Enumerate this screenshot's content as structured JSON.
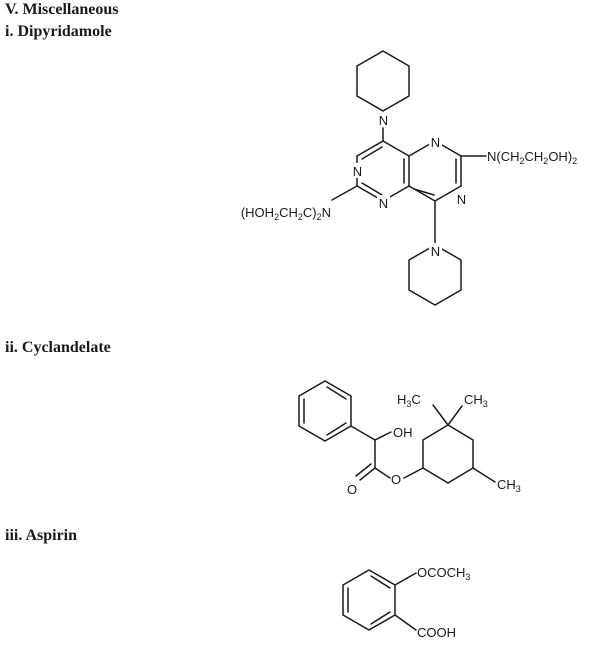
{
  "section": {
    "title": "V. Miscellaneous"
  },
  "compounds": [
    {
      "heading": "i. Dipyridamole",
      "ring_n_label": "N",
      "right_group": {
        "a": "N(CH",
        "s1": "2",
        "b": "CH",
        "s2": "2",
        "c": "OH)",
        "s3": "2"
      },
      "left_group": {
        "a": "(HOH",
        "s1": "2",
        "b": "CH",
        "s2": "2",
        "c": "C)",
        "s3": "2",
        "d": "N"
      }
    },
    {
      "heading": "ii. Cyclandelate",
      "hydroxyl": "OH",
      "ester_o": "O",
      "carbonyl_o": "O",
      "methyl_a": {
        "a": "H",
        "s": "3",
        "b": "C"
      },
      "methyl_b": {
        "a": "CH",
        "s": "3"
      },
      "methyl_c": {
        "a": "CH",
        "s": "3"
      }
    },
    {
      "heading": "iii. Aspirin",
      "ester_group": {
        "a": "OCOCH",
        "s": "3"
      },
      "acid_group": "COOH"
    }
  ]
}
